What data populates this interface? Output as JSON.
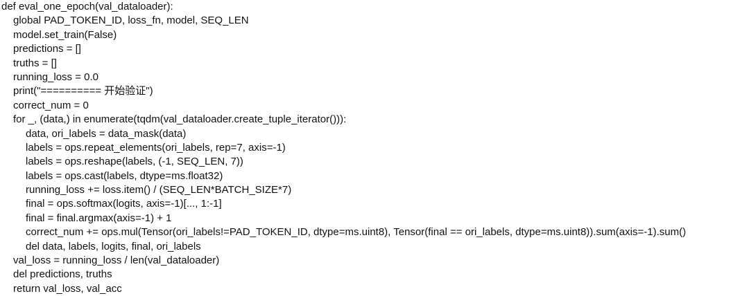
{
  "code": {
    "lines": [
      {
        "indent": 0,
        "text": "def eval_one_epoch(val_dataloader):"
      },
      {
        "indent": 1,
        "text": "global PAD_TOKEN_ID, loss_fn, model, SEQ_LEN"
      },
      {
        "indent": 1,
        "text": "model.set_train(False)"
      },
      {
        "indent": 1,
        "text": "predictions = []"
      },
      {
        "indent": 1,
        "text": "truths = []"
      },
      {
        "indent": 1,
        "text": "running_loss = 0.0"
      },
      {
        "indent": 1,
        "text": "print(\"========== 开始验证\")"
      },
      {
        "indent": 1,
        "text": "correct_num = 0"
      },
      {
        "indent": 1,
        "text": "for _, (data,) in enumerate(tqdm(val_dataloader.create_tuple_iterator())):"
      },
      {
        "indent": 2,
        "text": "data, ori_labels = data_mask(data)"
      },
      {
        "indent": 2,
        "text": "labels = ops.repeat_elements(ori_labels, rep=7, axis=-1)"
      },
      {
        "indent": 2,
        "text": "labels = ops.reshape(labels, (-1, SEQ_LEN, 7))"
      },
      {
        "indent": 2,
        "text": "labels = ops.cast(labels, dtype=ms.float32)"
      },
      {
        "indent": 2,
        "text": "running_loss += loss.item() / (SEQ_LEN*BATCH_SIZE*7)"
      },
      {
        "indent": 2,
        "text": "final = ops.softmax(logits, axis=-1)[..., 1:-1]"
      },
      {
        "indent": 2,
        "text": "final = final.argmax(axis=-1) + 1"
      },
      {
        "indent": 2,
        "text": "correct_num += ops.mul(Tensor(ori_labels!=PAD_TOKEN_ID, dtype=ms.uint8), Tensor(final == ori_labels, dtype=ms.uint8)).sum(axis=-1).sum()"
      },
      {
        "indent": 2,
        "text": "del data, labels, logits, final, ori_labels"
      },
      {
        "indent": 1,
        "text": "val_loss = running_loss / len(val_dataloader)"
      },
      {
        "indent": 1,
        "text": "del predictions, truths"
      },
      {
        "indent": 1,
        "text": "return val_loss, val_acc"
      }
    ]
  }
}
